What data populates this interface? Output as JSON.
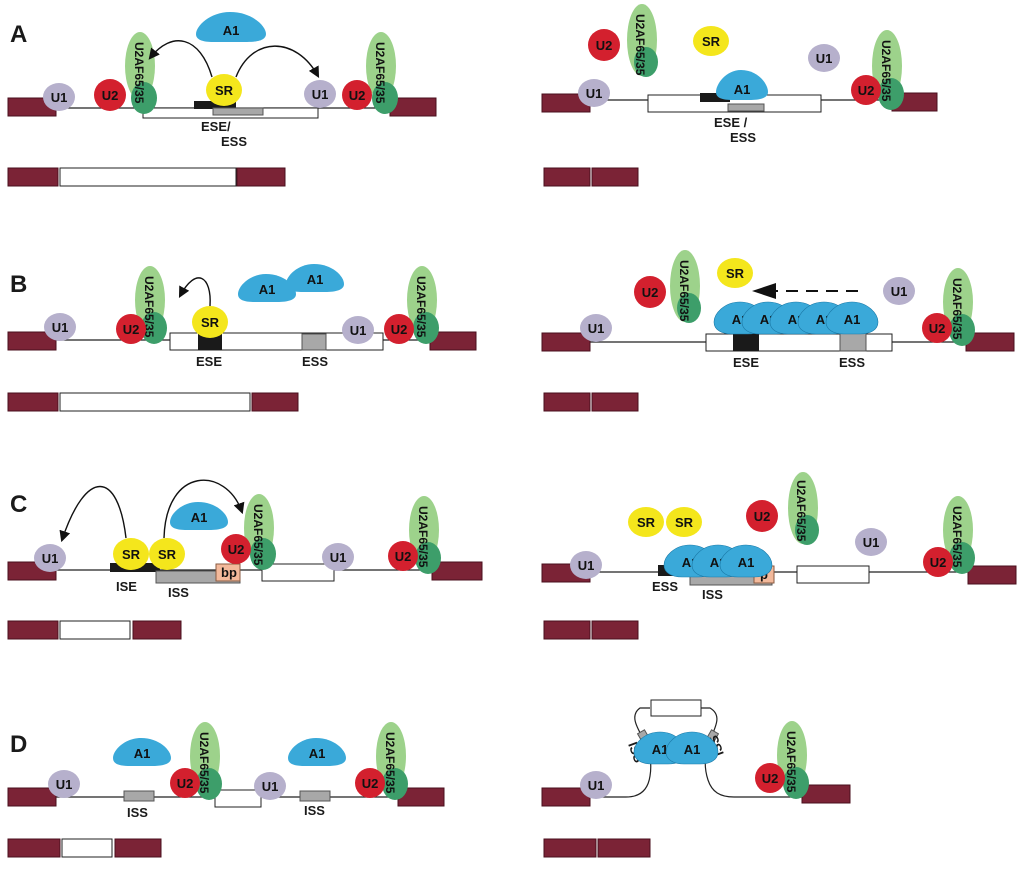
{
  "panels": [
    {
      "letter": "A"
    },
    {
      "letter": "B"
    },
    {
      "letter": "C"
    },
    {
      "letter": "D"
    }
  ],
  "labels": {
    "A1": "A1",
    "SR": "SR",
    "U1": "U1",
    "U2": "U2",
    "U2AF": "U2AF65/35",
    "bp": "bp",
    "ESE": "ESE",
    "ESS": "ESS",
    "ISE": "ISE",
    "ISS": "ISS",
    "ISS_rotated_left": "ISS",
    "ISS_rotated_right": "ISS",
    "A_ese_ess_left_line1": "ESE/",
    "A_ese_ess_left_line2": "ESS",
    "A_ese_ess_right_line1": "ESE /",
    "A_ese_ess_right_line2": "ESS",
    "p": "p"
  },
  "colors": {
    "exon": "#7b2336",
    "exon_outline": "#4a0f1d",
    "u1": "#b6b0cc",
    "u2": "#d3202e",
    "u2af_light": "#9dd28b",
    "u2af_dark": "#3d9e6a",
    "a1": "#3aa9d9",
    "sr": "#f4e61c",
    "element_black": "#1a1a1a",
    "element_gray": "#a8a8a8",
    "bp": "#f3b99b"
  }
}
